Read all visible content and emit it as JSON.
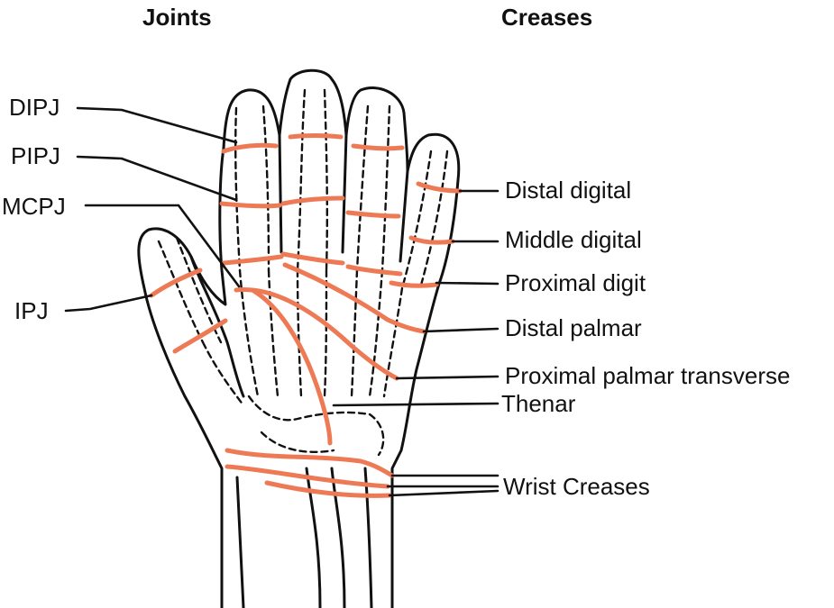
{
  "headings": {
    "joints": "Joints",
    "creases": "Creases"
  },
  "joint_labels": {
    "dipj": "DIPJ",
    "pipj": "PIPJ",
    "mcpj": "MCPJ",
    "ipj": "IPJ"
  },
  "crease_labels": {
    "distal_digital": "Distal digital",
    "middle_digital": "Middle digital",
    "proximal_digit": "Proximal digit",
    "distal_palmar": "Distal palmar",
    "proximal_palmar_transverse": "Proximal palmar transverse",
    "thenar": "Thenar",
    "wrist_creases": "Wrist Creases"
  },
  "colors": {
    "crease": "#ee7a55",
    "outline": "#111111"
  }
}
